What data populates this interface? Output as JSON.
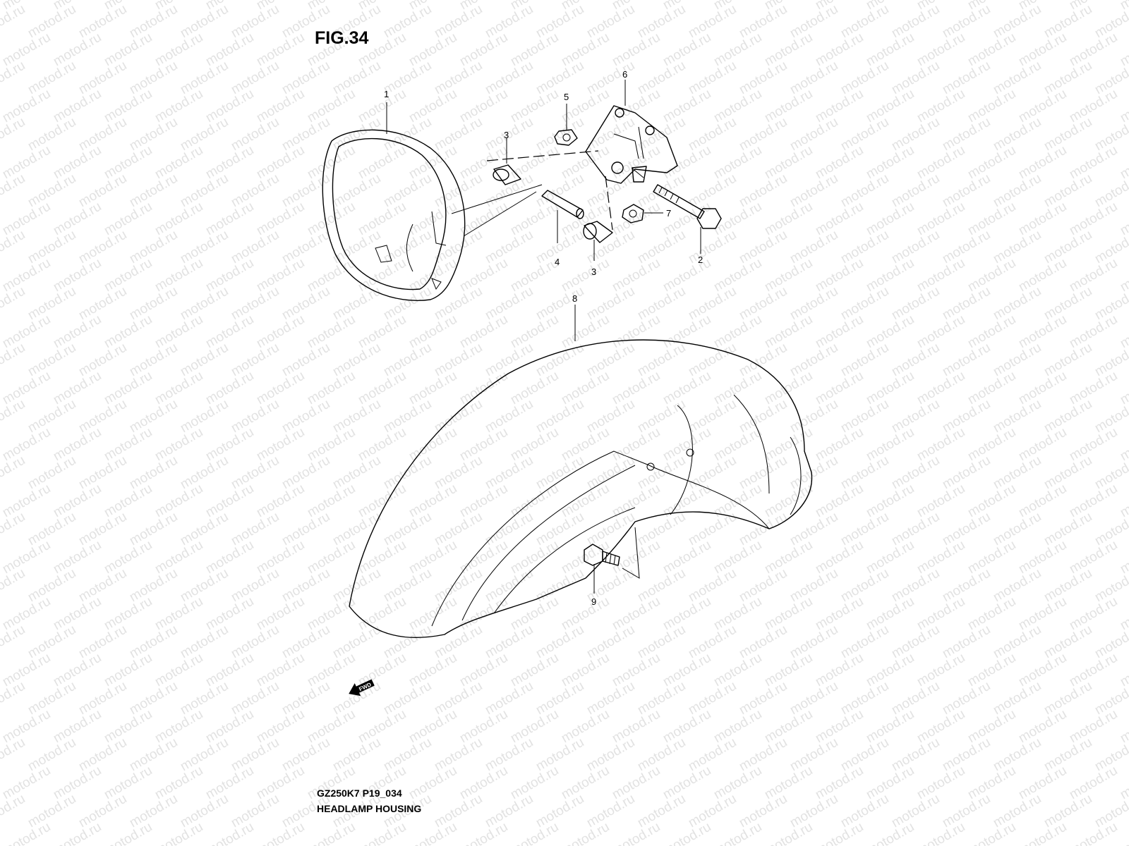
{
  "figure": {
    "title": "FIG.34"
  },
  "watermark": {
    "text": "motod.ru"
  },
  "footer": {
    "code": "GZ250K7 P19_034",
    "name": "HEADLAMP HOUSING"
  },
  "fwd_label": "FWD",
  "callouts": [
    {
      "id": "c1",
      "label": "1"
    },
    {
      "id": "c2",
      "label": "2"
    },
    {
      "id": "c3a",
      "label": "3"
    },
    {
      "id": "c3b",
      "label": "3"
    },
    {
      "id": "c4",
      "label": "4"
    },
    {
      "id": "c5",
      "label": "5"
    },
    {
      "id": "c6",
      "label": "6"
    },
    {
      "id": "c7",
      "label": "7"
    },
    {
      "id": "c8",
      "label": "8"
    },
    {
      "id": "c9",
      "label": "9"
    }
  ]
}
